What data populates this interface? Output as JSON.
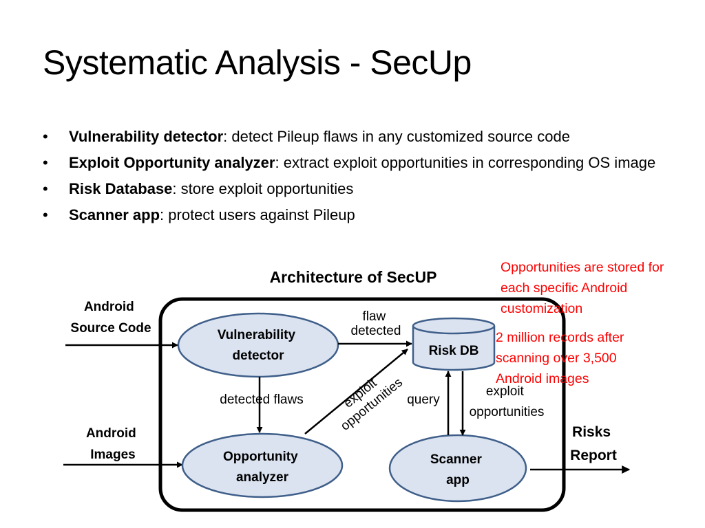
{
  "slide": {
    "title": "Systematic Analysis - SecUp",
    "bullets": [
      {
        "term": "Vulnerability detector",
        "text": ": detect Pileup flaws in any customized source code"
      },
      {
        "term": "Exploit Opportunity analyzer",
        "text": ": extract exploit opportunities in corresponding OS image"
      },
      {
        "term": "Risk Database",
        "text": ": store exploit opportunities"
      },
      {
        "term": "Scanner app",
        "text": ": protect users against Pileup"
      }
    ]
  },
  "diagram": {
    "title": "Architecture of SecUP",
    "inputs": {
      "source_code": [
        "Android",
        "Source Code"
      ],
      "images": [
        "Android",
        "Images"
      ]
    },
    "nodes": {
      "vulnerability_detector": [
        "Vulnerability",
        "detector"
      ],
      "opportunity_analyzer": [
        "Opportunity",
        "analyzer"
      ],
      "risk_db": "Risk DB",
      "scanner_app": [
        "Scanner",
        "app"
      ]
    },
    "edges": {
      "flaw_detected": [
        "flaw",
        "detected"
      ],
      "detected_flaws": "detected flaws",
      "exploit_opportunities_diag": [
        "exploit",
        "opportunities"
      ],
      "query": "query",
      "exploit_opportunities_down": [
        "exploit",
        "opportunities"
      ]
    },
    "output": [
      "Risks",
      "Report"
    ],
    "colors": {
      "node_fill": "#dbe3f0",
      "node_stroke": "#3f5f8a",
      "frame": "#000000",
      "note": "#ff0000"
    }
  },
  "notes": {
    "note1": [
      "Opportunities are stored for",
      "each specific Android",
      "customization"
    ],
    "note2": [
      "2 million records after",
      "scanning over 3,500",
      "Android images"
    ]
  }
}
